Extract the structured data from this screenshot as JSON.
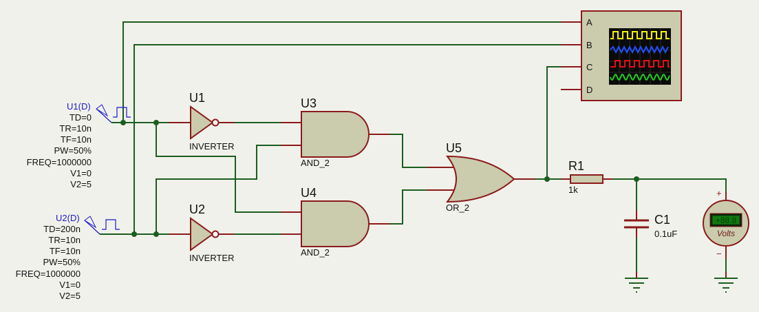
{
  "sources": [
    {
      "ref": "U1(D)",
      "props": [
        "TD=0",
        "TR=10n",
        "TF=10n",
        "PW=50%",
        "FREQ=1000000",
        "V1=0",
        "V2=5"
      ]
    },
    {
      "ref": "U2(D)",
      "props": [
        "TD=200n",
        "TR=10n",
        "TF=10n",
        "PW=50%",
        "FREQ=1000000",
        "V1=0",
        "V2=5"
      ]
    }
  ],
  "components": {
    "u1": {
      "ref": "U1",
      "type": "INVERTER"
    },
    "u2": {
      "ref": "U2",
      "type": "INVERTER"
    },
    "u3": {
      "ref": "U3",
      "type": "AND_2"
    },
    "u4": {
      "ref": "U4",
      "type": "AND_2"
    },
    "u5": {
      "ref": "U5",
      "type": "OR_2"
    },
    "r1": {
      "ref": "R1",
      "value": "1k"
    },
    "c1": {
      "ref": "C1",
      "value": "0.1uF"
    }
  },
  "oscilloscope": {
    "channels": [
      "A",
      "B",
      "C",
      "D"
    ],
    "trace_colors": [
      "#f5f500",
      "#2050ff",
      "#e01010",
      "#20d020"
    ]
  },
  "voltmeter": {
    "display": "+88.8",
    "unit": "Volts",
    "plus": "+",
    "minus": "−"
  },
  "colors": {
    "wire": "#1b5e20",
    "component_outline": "#8b1a1a",
    "component_fill": "#cbcbae",
    "source_label": "#1a1acc"
  }
}
